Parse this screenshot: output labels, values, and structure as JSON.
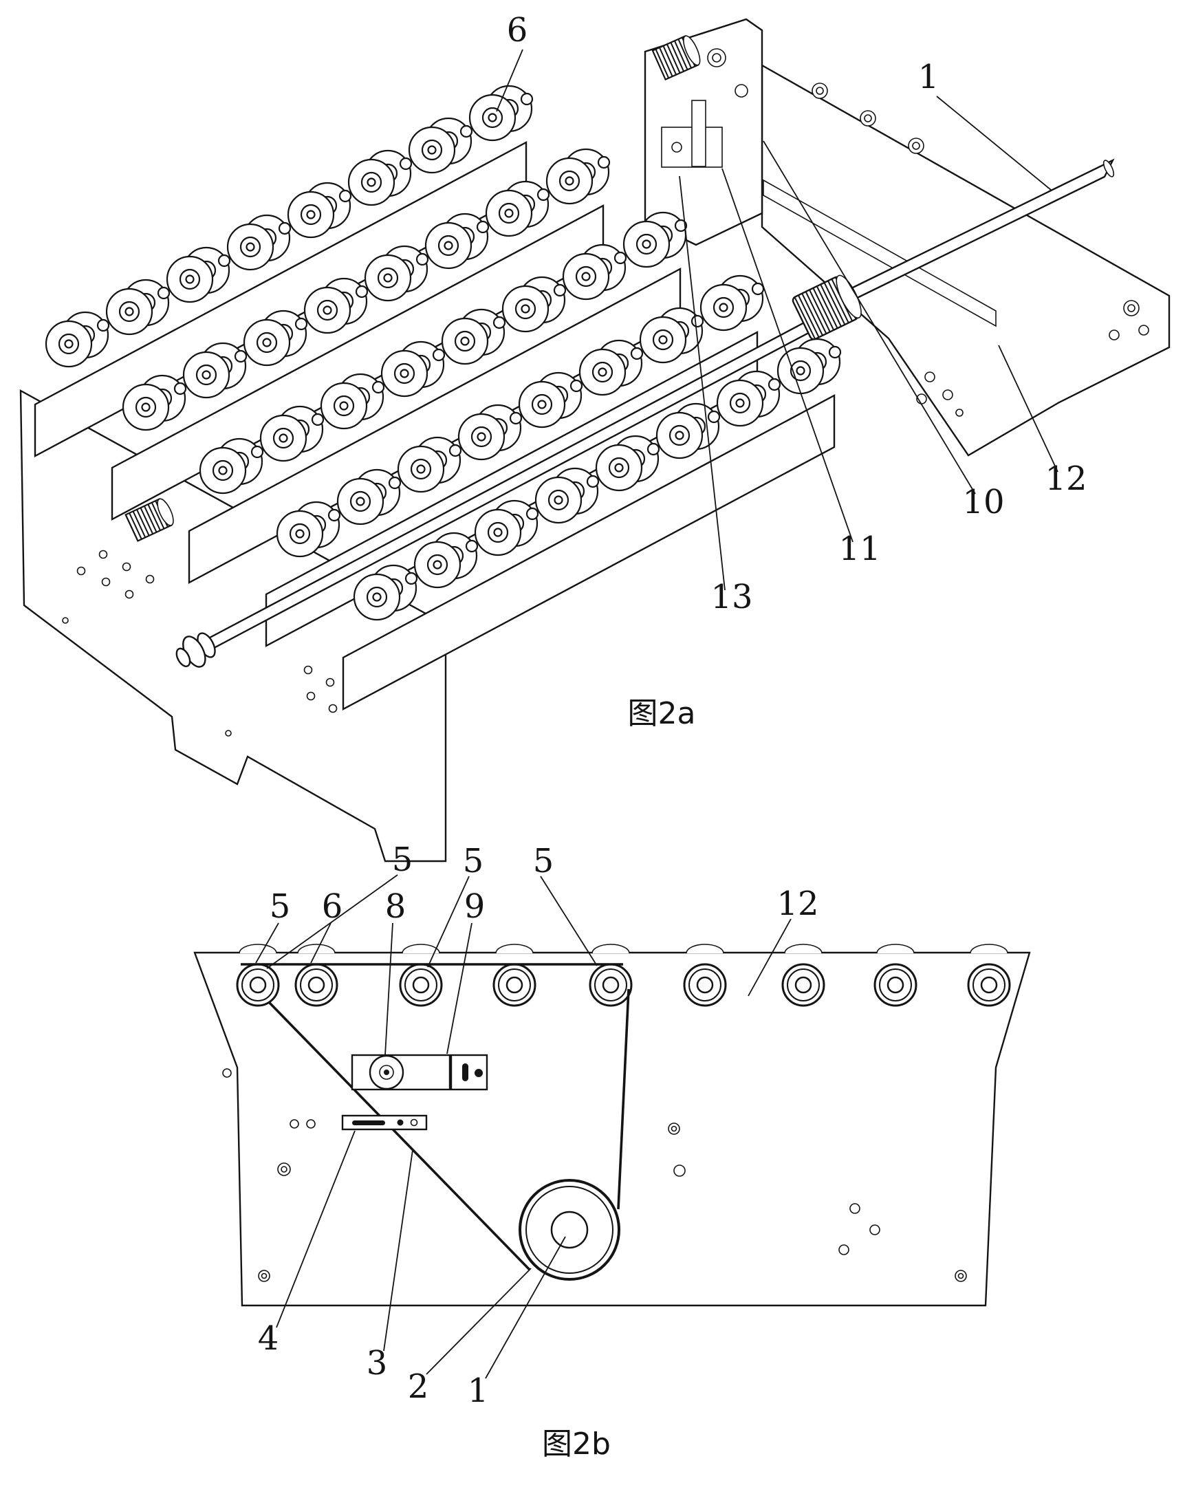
{
  "colors": {
    "paper": "#ffffff",
    "ink": "#141414"
  },
  "fig2a": {
    "caption": "图2a",
    "labels": [
      {
        "text": "6"
      },
      {
        "text": "1"
      },
      {
        "text": "12"
      },
      {
        "text": "10"
      },
      {
        "text": "11"
      },
      {
        "text": "13"
      }
    ]
  },
  "fig2b": {
    "caption": "图2b",
    "labels": {
      "upper": [
        {
          "text": "5"
        },
        {
          "text": "5"
        },
        {
          "text": "5"
        },
        {
          "text": "12"
        }
      ],
      "mid": [
        {
          "text": "5"
        },
        {
          "text": "6"
        },
        {
          "text": "8"
        },
        {
          "text": "9"
        }
      ],
      "bottom": [
        {
          "text": "4"
        },
        {
          "text": "3"
        },
        {
          "text": "2"
        },
        {
          "text": "1"
        }
      ]
    }
  }
}
